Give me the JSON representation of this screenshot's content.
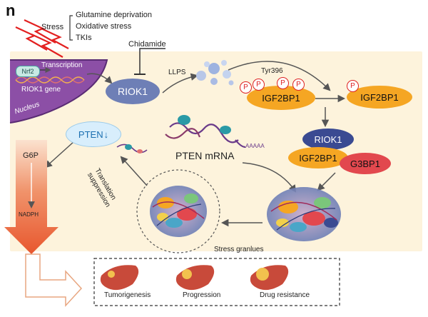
{
  "panel_label": "n",
  "stress": {
    "label": "Stress",
    "items": [
      "Glutamine deprivation",
      "Oxidative stress",
      "TKIs"
    ]
  },
  "nucleus": {
    "label": "Nucleus",
    "nrf2": "Nrf2",
    "transcription": "Transcription",
    "gene": "RIOK1 gene"
  },
  "chidamide": "Chidamide",
  "riok1": "RIOK1",
  "llps": "LLPS",
  "tyr": "Tyr396",
  "phospho": "P",
  "igf2bp1": "IGF2BP1",
  "complex": {
    "riok1": "RIOK1",
    "igf2bp1": "IGF2BP1",
    "g3bp1": "G3BP1"
  },
  "pten": {
    "label": "PTEN",
    "arrow": "↓"
  },
  "pten_mrna": {
    "label": "PTEN mRNA",
    "polya": "AAAAA"
  },
  "translation": {
    "line1": "Translation",
    "line2": "suppression"
  },
  "metabolism": {
    "g6p": "G6P",
    "nadph": "NADPH"
  },
  "stress_granules": "Stress granlues",
  "outcomes": [
    "Tumorigenesis",
    "Progression",
    "Drug resistance"
  ],
  "colors": {
    "riok1": "#6e7fb6",
    "igf2bp1": "#f5a623",
    "g3bp1": "#e2484e",
    "riok1_dark": "#3a4a92",
    "nucleus": "#8c4fa6",
    "background_panel": "#fdf3dc",
    "arrow_orange": "#e8572e",
    "pten": "#d8eefc",
    "lightning": "#e32020"
  }
}
